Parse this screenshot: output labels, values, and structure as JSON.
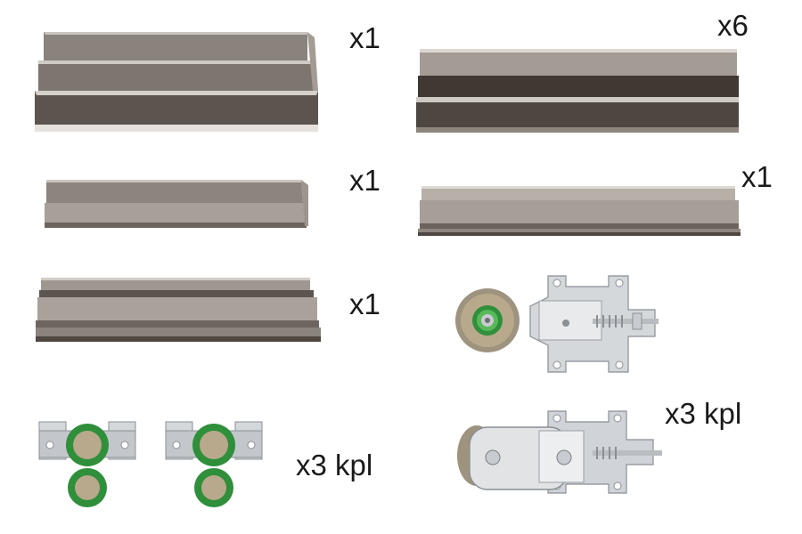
{
  "colors": {
    "profile_light": "#a39c95",
    "profile_mid": "#7d766f",
    "profile_dark": "#4e4741",
    "profile_edge": "#c9c3bd",
    "steel_light": "#e8eaec",
    "steel_mid": "#b9bdc2",
    "steel_dark": "#8a8f95",
    "wheel_tan": "#b8a98c",
    "wheel_grey": "#8f8674",
    "green": "#2f8f3a",
    "green_light": "#58b95a"
  },
  "items": [
    {
      "id": "guide-profile-double",
      "quantity": "x1",
      "icon": "double-l-profile"
    },
    {
      "id": "top-track-profile",
      "quantity": "x6",
      "icon": "top-track-profile"
    },
    {
      "id": "angle-profile",
      "quantity": "x1",
      "icon": "angle-profile"
    },
    {
      "id": "flat-track-profile",
      "quantity": "x1",
      "icon": "flat-track-profile"
    },
    {
      "id": "bottom-rail-profile",
      "quantity": "x1",
      "icon": "bottom-rail-profile"
    },
    {
      "id": "top-roller-carriage",
      "quantity": "",
      "icon": "roller-carriage"
    },
    {
      "id": "bottom-roller-carriage",
      "quantity": "x3 kpl",
      "icon": "roller-carriage-cover"
    },
    {
      "id": "guide-roller-pair",
      "quantity": "x3 kpl",
      "icon": "guide-roller"
    }
  ]
}
